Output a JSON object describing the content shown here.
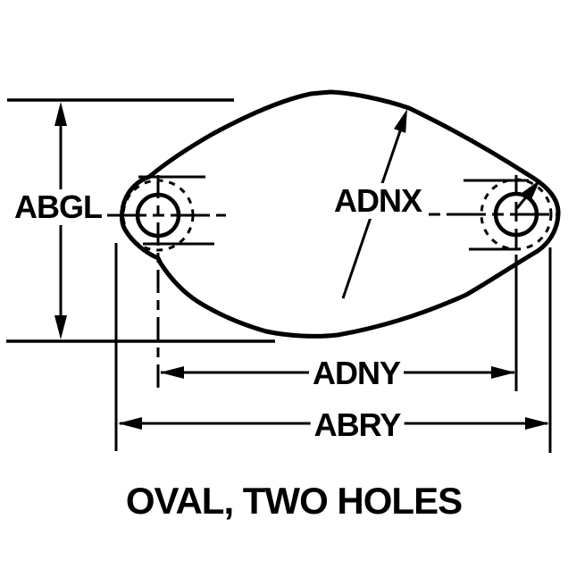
{
  "colors": {
    "ink": "#000000",
    "paper": "#ffffff"
  },
  "drawing": {
    "title": "OVAL, TWO HOLES",
    "dimension_labels": {
      "abgl": "ABGL",
      "adnx": "ADNX",
      "adny": "ADNY",
      "abry": "ABRY"
    }
  }
}
